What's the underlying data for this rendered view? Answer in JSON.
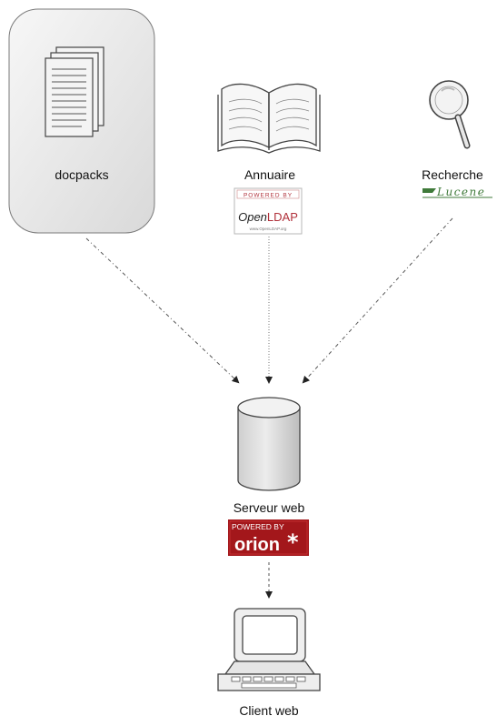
{
  "nodes": {
    "docpacks": {
      "label": "docpacks"
    },
    "annuaire": {
      "label": "Annuaire",
      "badge": {
        "top": "POWERED BY",
        "brand_open": "Open",
        "brand_ldap": "LDAP",
        "url": "www.OpenLDAP.org"
      }
    },
    "recherche": {
      "label": "Recherche",
      "badge": {
        "brand": "Lucene"
      }
    },
    "serveur": {
      "label": "Serveur web",
      "badge": {
        "top": "POWERED BY",
        "brand": "orion",
        "star": "*"
      }
    },
    "client": {
      "label": "Client web"
    }
  },
  "colors": {
    "panel_fill": "#e9e9e9",
    "panel_stroke": "#7a7a7a",
    "connector": "#555555",
    "orion_red": "#a3171b",
    "openldap_red": "#b0303a",
    "lucene_green": "#3f7a3a"
  },
  "icons": {
    "docpacks": "document-stack-icon",
    "annuaire": "open-book-icon",
    "recherche": "magnifier-icon",
    "serveur": "server-cylinder-icon",
    "client": "computer-terminal-icon"
  }
}
